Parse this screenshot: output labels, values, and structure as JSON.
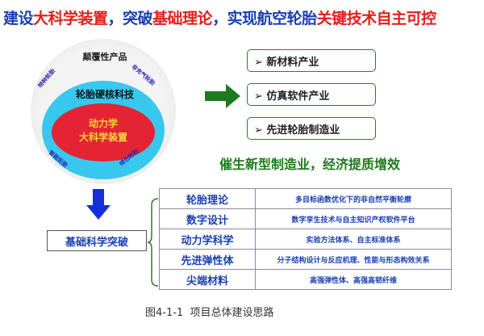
{
  "title": {
    "part1": "建设",
    "part2": "大科学装置",
    "part3": "，突破",
    "part4": "基础理论",
    "part5": "，实现航空轮胎",
    "part6": "关键技术自主可控"
  },
  "circle": {
    "outer": "颠覆性产品",
    "mid": "轮胎硬核科技",
    "core1": "动力学",
    "core2": "大科学装置",
    "ring_labels": [
      "特种轮胎",
      "非充气轮胎",
      "智能轮胎",
      "绿色轮胎"
    ]
  },
  "outcomes": [
    "➢ 新材料产业",
    "➢ 仿真软件产业",
    "➢ 先进轮胎制造业"
  ],
  "outcome_summary": "催生新型制造业，经济提质增效",
  "foundation": "基础科学突破",
  "rows": [
    {
      "key": "轮胎理论",
      "value": "多目标函数优化下的非自然平衡轮廓"
    },
    {
      "key": "数字设计",
      "value": "数字孪生技术与自主知识产权软件平台"
    },
    {
      "key": "动力学科学",
      "value": "实验方法体系、自主标准体系"
    },
    {
      "key": "先进弹性体",
      "value": "分子结构设计与反应机理、性能与形态构效关系"
    },
    {
      "key": "尖端材料",
      "value": "高强弹性体、高强高韧纤维"
    }
  ],
  "caption": "图4-1-1  项目总体建设思路"
}
